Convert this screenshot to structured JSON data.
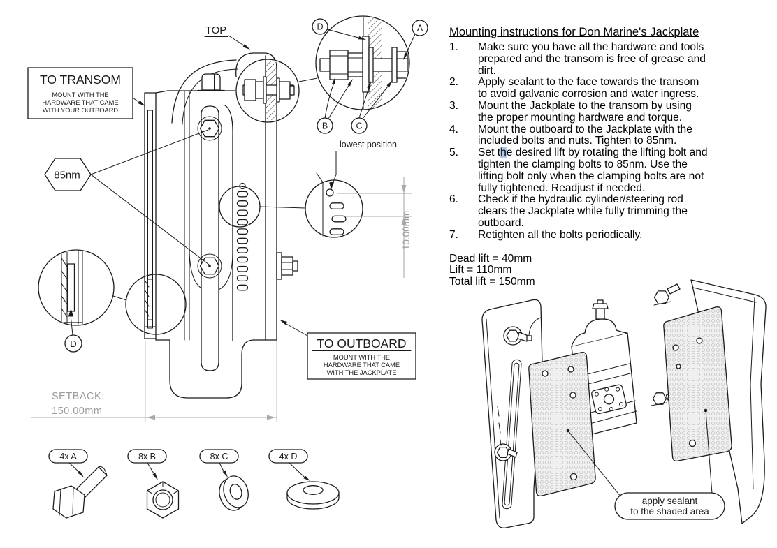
{
  "drawing": {
    "top_label": "TOP",
    "transom_box": {
      "title": "TO TRANSOM",
      "lines": [
        "MOUNT WITH THE",
        "HARDWARE THAT CAME",
        "WITH YOUR OUTBOARD"
      ]
    },
    "outboard_box": {
      "title": "TO OUTBOARD",
      "lines": [
        "MOUNT WITH THE",
        "HARDWARE THAT CAME",
        "WITH THE JACKPLATE"
      ]
    },
    "torque_label": "85nm",
    "detail_labels": {
      "a": "A",
      "b": "B",
      "c": "C",
      "d": "D"
    },
    "d_detail_label": "D",
    "lowest_position_label": "lowest position",
    "vertical_dim": "10.00mm",
    "setback_label": "SETBACK:",
    "setback_value": "150.00mm",
    "parts": [
      {
        "label": "4x A",
        "part": "hex-bolt"
      },
      {
        "label": "8x B",
        "part": "hex-nut"
      },
      {
        "label": "8x C",
        "part": "washer"
      },
      {
        "label": "4x D",
        "part": "large-flat-washer"
      }
    ]
  },
  "instructions": {
    "title": "Mounting instructions for Don Marine's Jackplate",
    "items": [
      {
        "number": "1.",
        "lines": [
          "Make sure you have all the hardware and tools",
          "prepared and the transom is free of grease and",
          "dirt."
        ]
      },
      {
        "number": "2.",
        "lines": [
          "Apply sealant to the face towards the transom",
          "to avoid galvanic corrosion and water ingress."
        ]
      },
      {
        "number": "3.",
        "lines": [
          "Mount the Jackplate to the transom by using",
          "the proper mounting hardware and torque."
        ]
      },
      {
        "number": "4.",
        "lines": [
          "Mount the outboard to the Jackplate with the",
          "included bolts and nuts. Tighten to 85nm."
        ]
      },
      {
        "number": "5.",
        "lines": [
          [
            {
              "t": "Set t"
            },
            {
              "t": "h",
              "hl": true
            },
            {
              "t": "e desired lift by rotating the lifting bolt and"
            }
          ],
          "tighten the clamping bolts to 85nm. Use the",
          "lifting bolt only when the clamping bolts are not",
          "fully tightened. Readjust if needed."
        ]
      },
      {
        "number": "6.",
        "lines": [
          "Check if the hydraulic cylinder/steering rod",
          "clears the Jackplate while fully trimming the",
          "outboard."
        ]
      },
      {
        "number": "7.",
        "lines": [
          "Retighten all the bolts periodically."
        ]
      }
    ],
    "specs": [
      "Dead lift = 40mm",
      "Lift = 110mm",
      "Total lift = 150mm"
    ]
  },
  "iso": {
    "sealant_callout": [
      "apply sealant",
      "to the shaded area"
    ]
  },
  "colors": {
    "line": "#1b1b1b",
    "dimension_gray": "#a9a9a9",
    "text_gray": "#9b9b9b",
    "selection_highlight": "#abc9e8",
    "sealant_fill": "#f0f0f0"
  }
}
